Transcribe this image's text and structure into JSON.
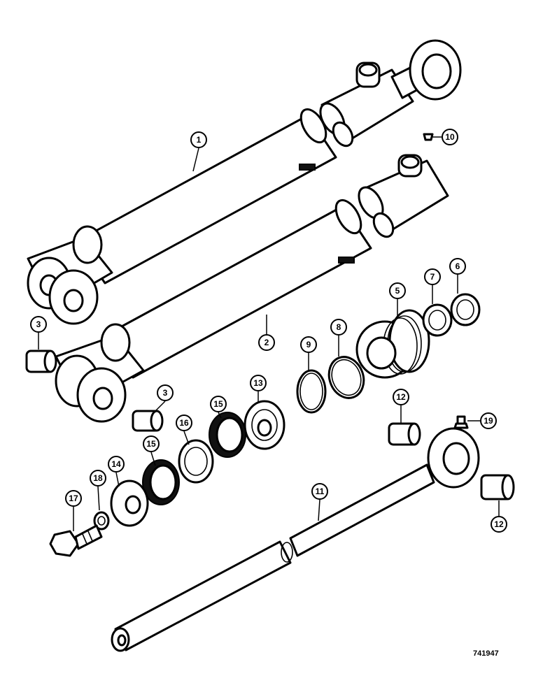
{
  "figure_code": "741947",
  "callouts": [
    {
      "id": "c1",
      "label": "1"
    },
    {
      "id": "c2",
      "label": "2"
    },
    {
      "id": "c3a",
      "label": "3"
    },
    {
      "id": "c3b",
      "label": "3"
    },
    {
      "id": "c5",
      "label": "5"
    },
    {
      "id": "c6",
      "label": "6"
    },
    {
      "id": "c7",
      "label": "7"
    },
    {
      "id": "c8",
      "label": "8"
    },
    {
      "id": "c9",
      "label": "9"
    },
    {
      "id": "c10",
      "label": "10"
    },
    {
      "id": "c11",
      "label": "11"
    },
    {
      "id": "c12a",
      "label": "12"
    },
    {
      "id": "c12b",
      "label": "12"
    },
    {
      "id": "c13",
      "label": "13"
    },
    {
      "id": "c14",
      "label": "14"
    },
    {
      "id": "c15a",
      "label": "15"
    },
    {
      "id": "c15b",
      "label": "15"
    },
    {
      "id": "c16",
      "label": "16"
    },
    {
      "id": "c17",
      "label": "17"
    },
    {
      "id": "c18",
      "label": "18"
    },
    {
      "id": "c19",
      "label": "19"
    }
  ]
}
